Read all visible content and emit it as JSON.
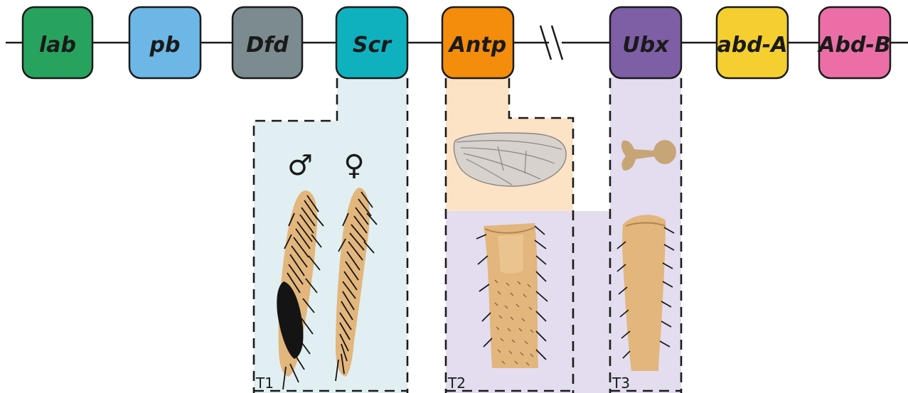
{
  "genes": [
    {
      "id": "lab",
      "label": "lab",
      "color": "#27a35e"
    },
    {
      "id": "pb",
      "label": "pb",
      "color": "#6db7e6"
    },
    {
      "id": "dfd",
      "label": "Dfd",
      "color": "#7b8b8f"
    },
    {
      "id": "scr",
      "label": "Scr",
      "color": "#10b1bf"
    },
    {
      "id": "antp",
      "label": "Antp",
      "color": "#f48c0c"
    },
    {
      "id": "ubx",
      "label": "Ubx",
      "color": "#7e5fa6"
    },
    {
      "id": "abda",
      "label": "abd-A",
      "color": "#f4cf2f"
    },
    {
      "id": "abdb",
      "label": "Abd-B",
      "color": "#eb6fa6"
    }
  ],
  "segments": {
    "t1": "T1",
    "t2": "T2",
    "t3": "T3"
  },
  "sex_symbols": {
    "male": "♂",
    "female": "♀"
  },
  "region_colors": {
    "scr_domain": "#e1eff2",
    "antp_domain": "#fce3c6",
    "ubx_domain": "#e3ddef",
    "leg_tan": "#e2b67c",
    "wing_fill": "#d8d2cf",
    "haltere_fill": "#c8a577"
  }
}
